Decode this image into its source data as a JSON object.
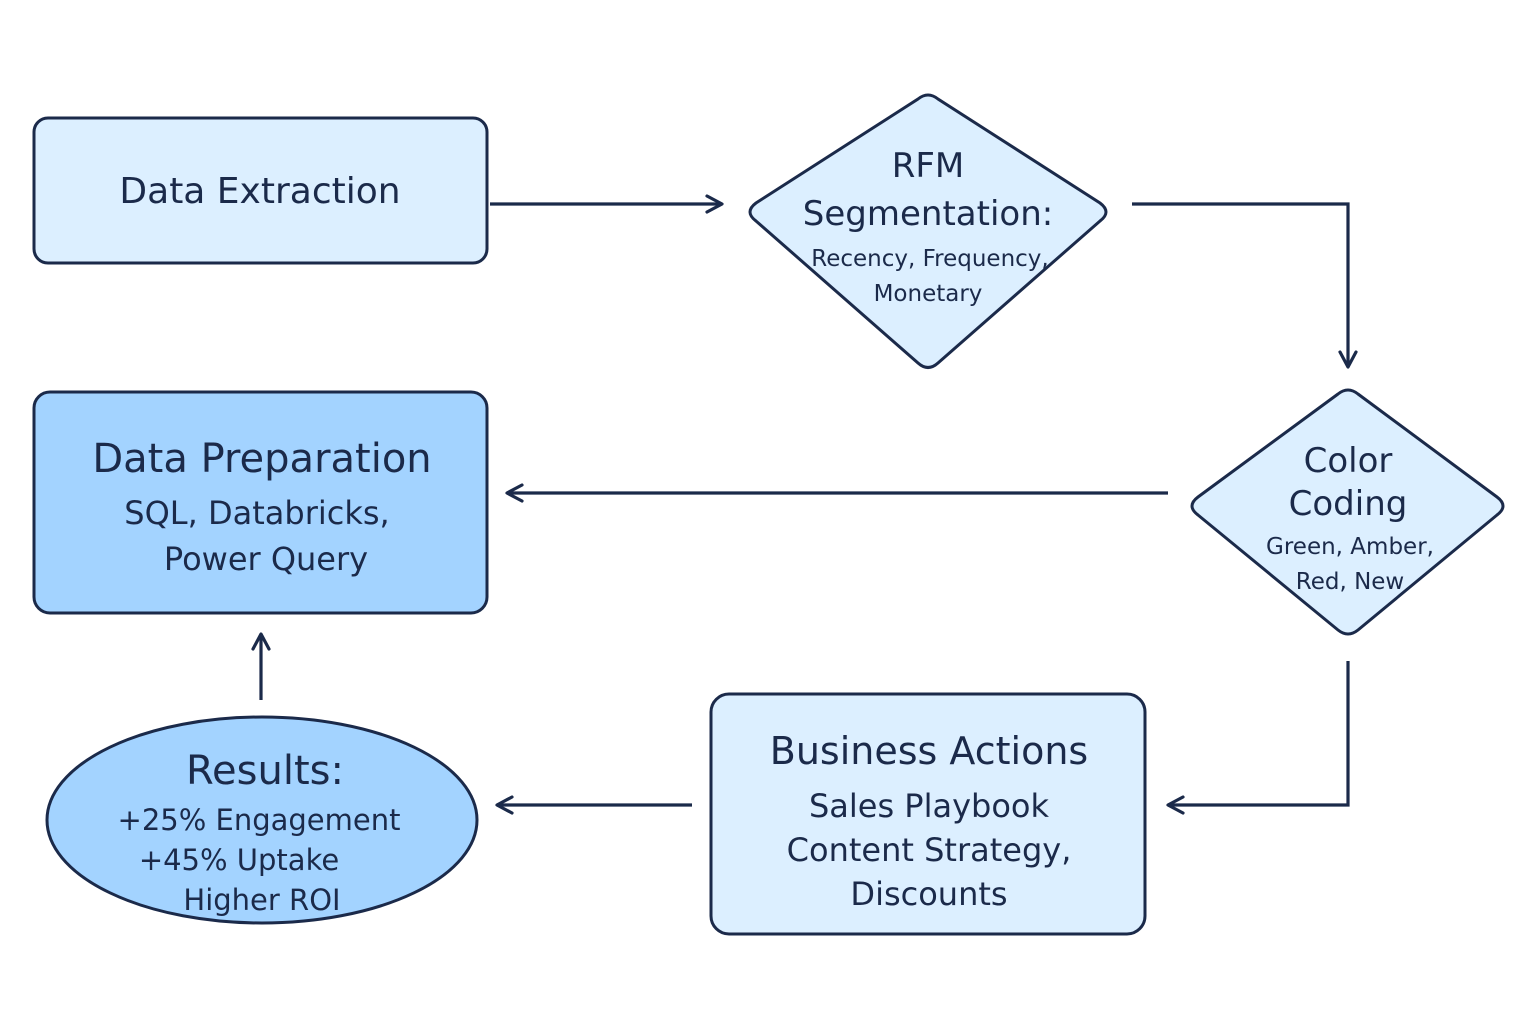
{
  "colors": {
    "stroke": "#1b2a4a",
    "fill_light": "#dcefff",
    "fill_medium": "#a3d3ff",
    "text": "#1b2a4a"
  },
  "nodes": {
    "data_extraction": {
      "title": "Data Extraction"
    },
    "rfm_segmentation": {
      "title_line1": "RFM",
      "title_line2": "Segmentation:",
      "detail_line1": "Recency, Frequency,",
      "detail_line2": "Monetary"
    },
    "color_coding": {
      "title_line1": "Color",
      "title_line2": "Coding",
      "detail_line1": "Green, Amber,",
      "detail_line2": "Red, New"
    },
    "data_preparation": {
      "title": "Data Preparation",
      "detail_line1": "SQL, Databricks,",
      "detail_line2": "Power Query"
    },
    "business_actions": {
      "title": "Business Actions",
      "detail_line1": "Sales Playbook",
      "detail_line2": "Content Strategy,",
      "detail_line3": "Discounts"
    },
    "results": {
      "title": "Results:",
      "detail_line1": "+25% Engagement",
      "detail_line2": "+45% Uptake",
      "detail_line3": "Higher ROI"
    }
  },
  "edges": [
    {
      "from": "data_extraction",
      "to": "rfm_segmentation"
    },
    {
      "from": "rfm_segmentation",
      "to": "color_coding"
    },
    {
      "from": "color_coding",
      "to": "data_preparation"
    },
    {
      "from": "color_coding",
      "to": "business_actions"
    },
    {
      "from": "business_actions",
      "to": "results"
    },
    {
      "from": "results",
      "to": "data_preparation"
    }
  ]
}
